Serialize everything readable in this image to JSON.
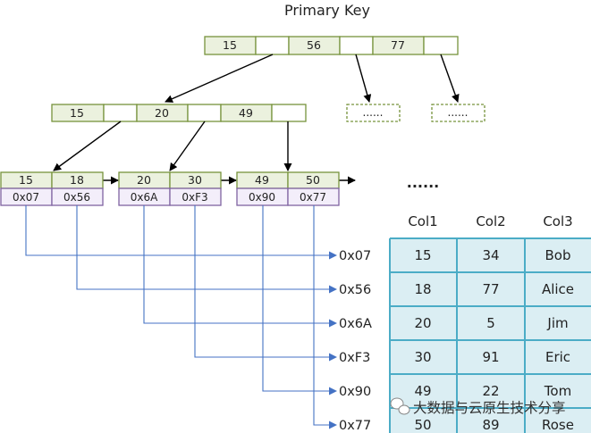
{
  "title": "Primary Key",
  "root_node": {
    "keys": [
      "15",
      "56",
      "77"
    ]
  },
  "internal_node": {
    "keys": [
      "15",
      "20",
      "49"
    ]
  },
  "placeholder_nodes": [
    "......",
    "......"
  ],
  "leaf_nodes": [
    {
      "keys": [
        "15",
        "18"
      ],
      "pointers": [
        "0x07",
        "0x56"
      ]
    },
    {
      "keys": [
        "20",
        "30"
      ],
      "pointers": [
        "0x6A",
        "0xF3"
      ]
    },
    {
      "keys": [
        "49",
        "50"
      ],
      "pointers": [
        "0x90",
        "0x77"
      ]
    }
  ],
  "leaf_ellipsis": "......",
  "address_labels": [
    "0x07",
    "0x56",
    "0x6A",
    "0xF3",
    "0x90",
    "0x77"
  ],
  "table": {
    "headers": [
      "Col1",
      "Col2",
      "Col3"
    ],
    "rows": [
      [
        "15",
        "34",
        "Bob"
      ],
      [
        "18",
        "77",
        "Alice"
      ],
      [
        "20",
        "5",
        "Jim"
      ],
      [
        "30",
        "91",
        "Eric"
      ],
      [
        "49",
        "22",
        "Tom"
      ],
      [
        "50",
        "89",
        "Rose"
      ]
    ]
  },
  "watermark": "大数据与云原生技术分享",
  "colors": {
    "key_fill": "#ebf1de",
    "key_border": "#77933c",
    "pointer_fill": "#f3eefa",
    "pointer_border": "#8064a2",
    "table_fill": "#dbeef3",
    "table_border": "#4bacc6",
    "connector": "#4472c4",
    "arrow": "#000000"
  }
}
